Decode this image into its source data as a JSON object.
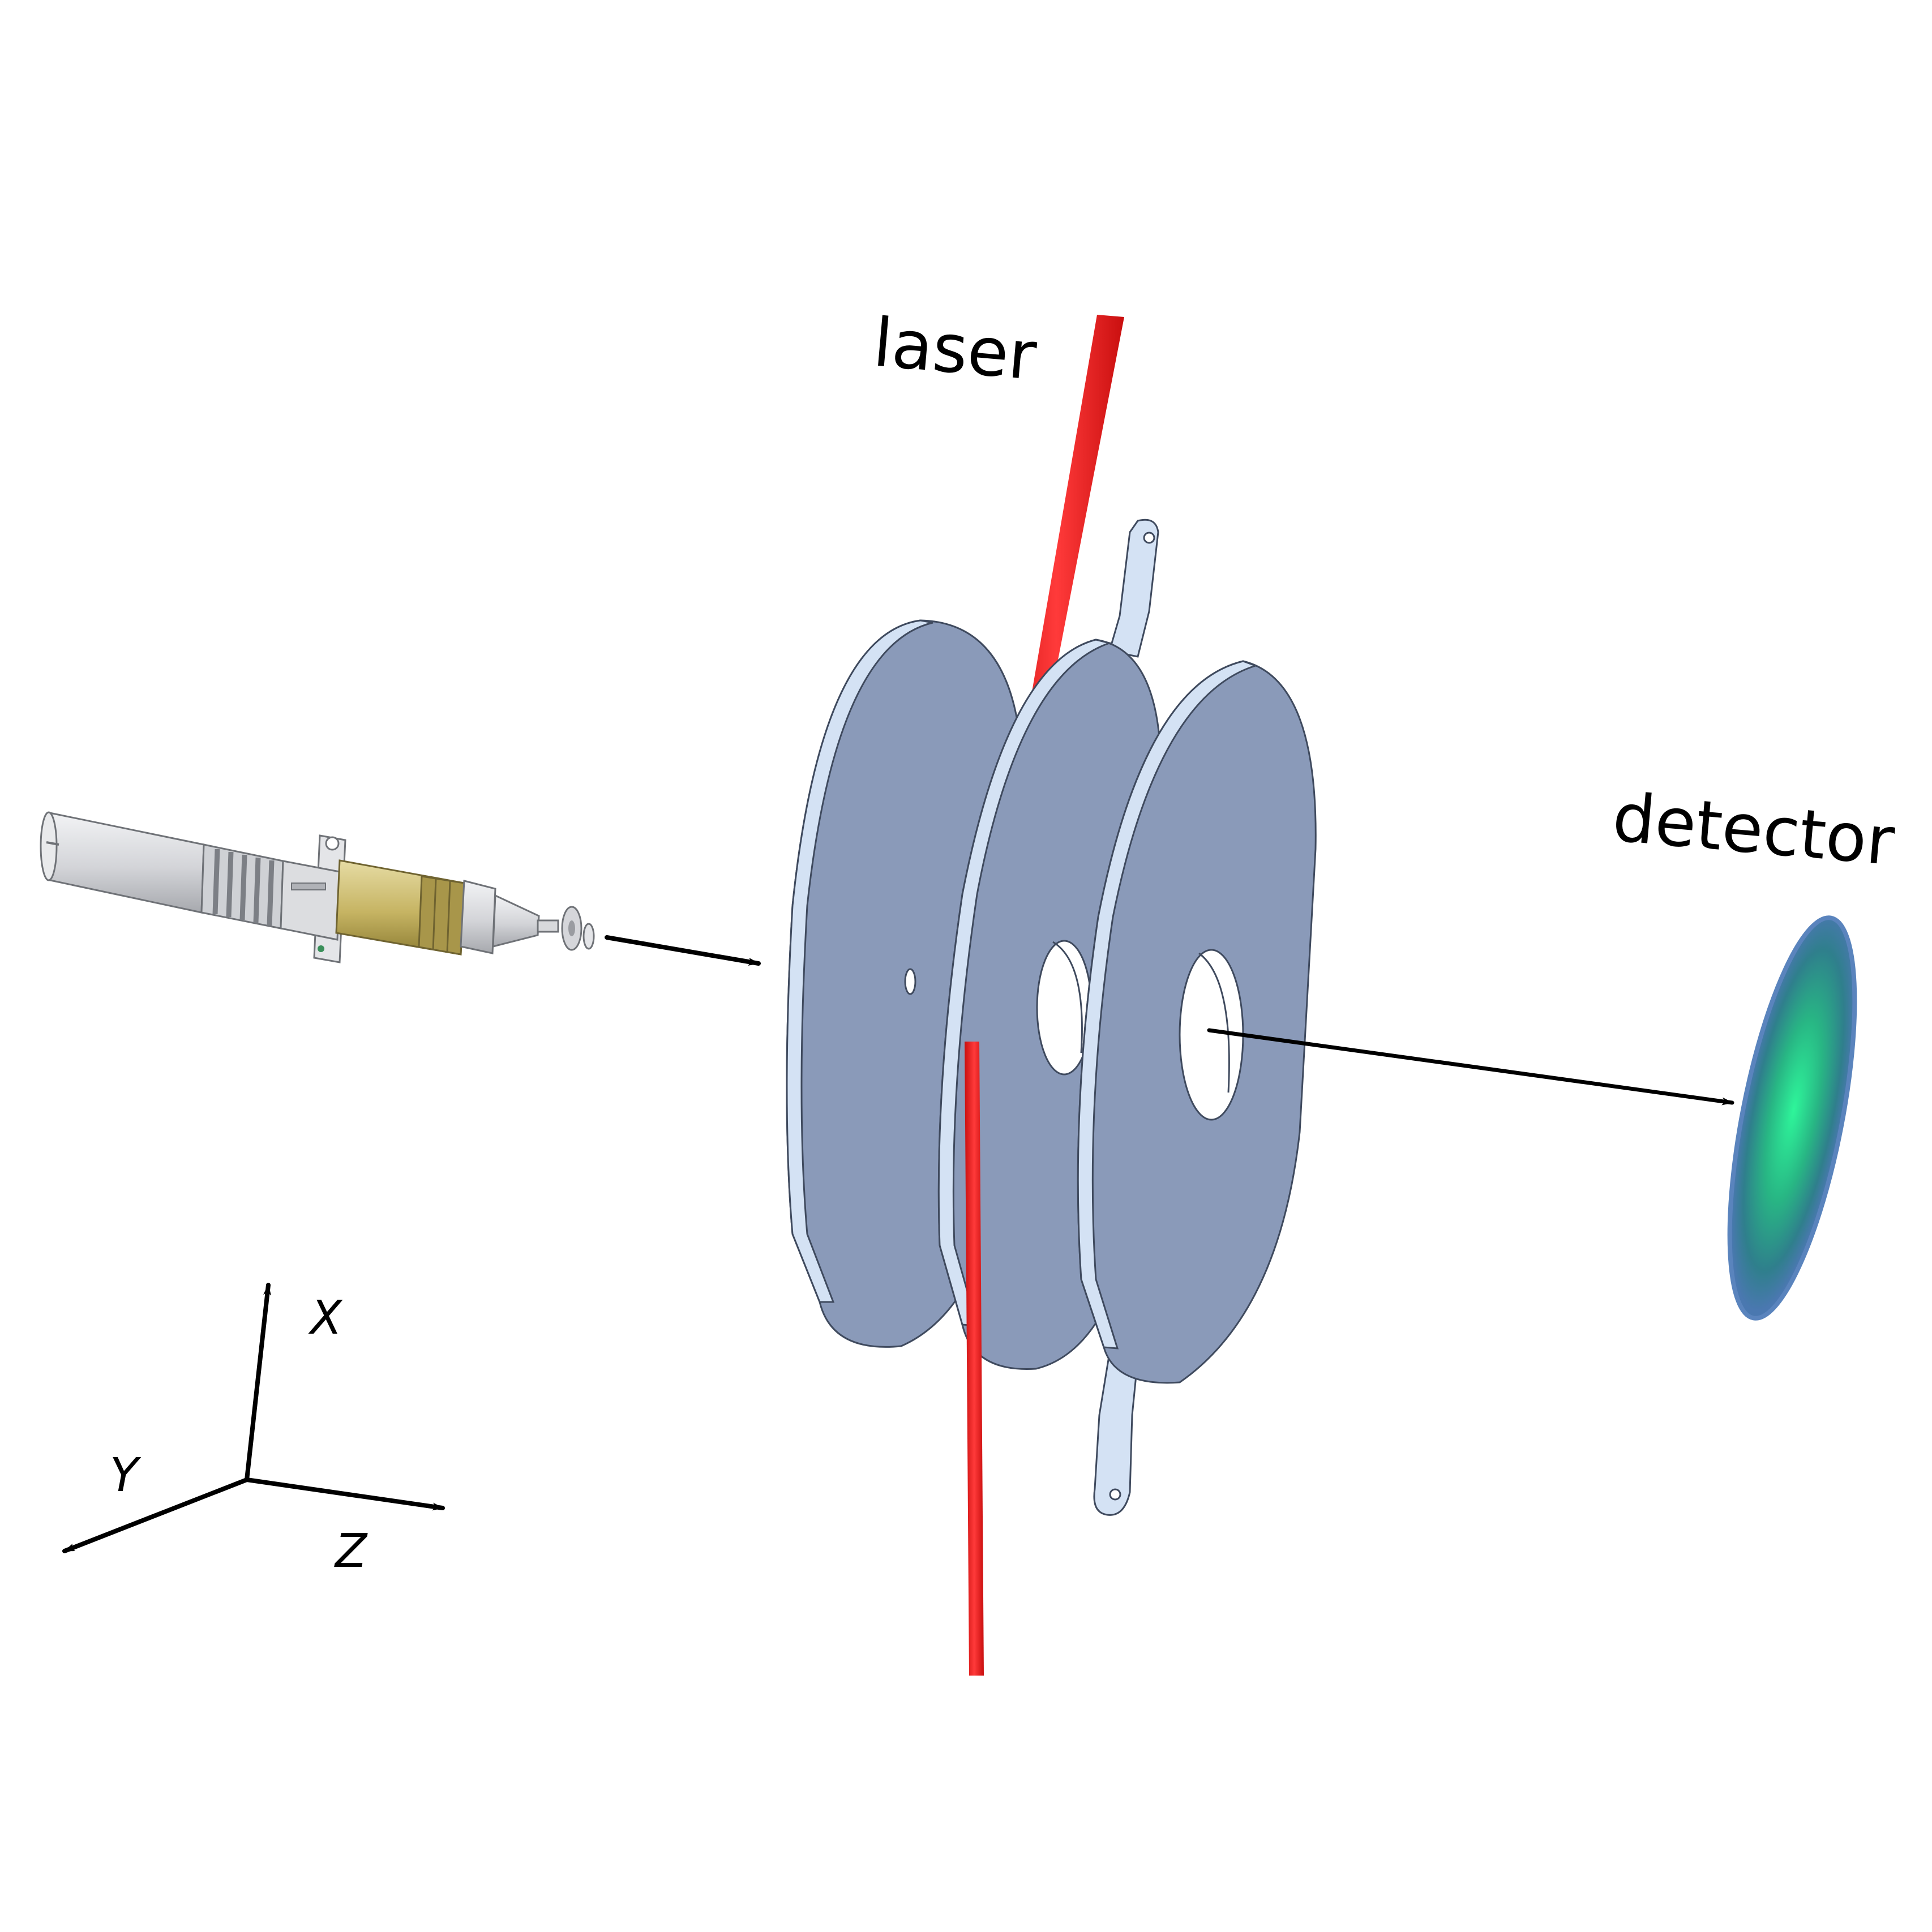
{
  "labels": {
    "laser": "laser",
    "detector": "detector"
  },
  "axes": {
    "x": "X",
    "y": "Y",
    "z": "Z"
  },
  "colors": {
    "laser": "#ff1a1a",
    "plate_face": "#8a9ab9",
    "plate_edge": "#d4e2f4",
    "detector_center": "#2ef59a",
    "detector_edge": "#4a78b0",
    "gun_body": "#d8d9dc",
    "gun_brass": "#c9b96a"
  },
  "icons": {
    "source": "electron-gun-icon",
    "detector": "detector-spot-icon"
  }
}
